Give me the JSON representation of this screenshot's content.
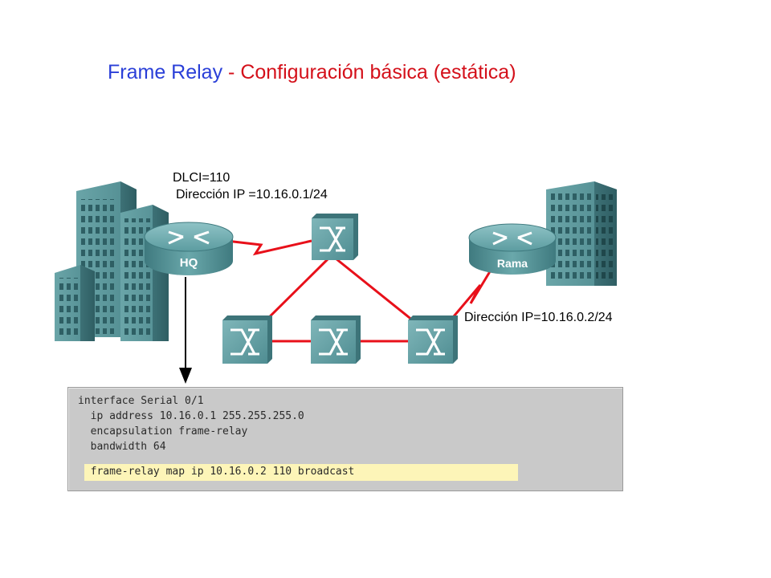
{
  "title": {
    "part1": "Frame Relay",
    "separator": " - ",
    "part2": "Configuración básica (estática)"
  },
  "colors": {
    "title_blue": "#2a3fd8",
    "title_red": "#d4101a",
    "link_red": "#e8101a",
    "device_teal": "#5f9aa0",
    "highlight": "#fdf5b8",
    "config_bg": "#c9c9c9"
  },
  "labels": {
    "dlci": "DLCI=110",
    "hq_ip": "Dirección IP =10.16.0.1/24",
    "rama_ip": "Dirección IP=10.16.0.2/24"
  },
  "devices": {
    "hq_router": "HQ",
    "branch_router": "Rama"
  },
  "icons": [
    "building-icon",
    "router-icon",
    "frame-relay-switch-icon",
    "serial-link-icon",
    "arrow-down-icon"
  ],
  "config": {
    "lines": [
      "interface Serial 0/1",
      "  ip address 10.16.0.1 255.255.255.0",
      "  encapsulation frame-relay",
      "  bandwidth 64",
      "  frame-relay map ip 10.16.0.2 110 broadcast"
    ],
    "highlighted_line": 4
  }
}
